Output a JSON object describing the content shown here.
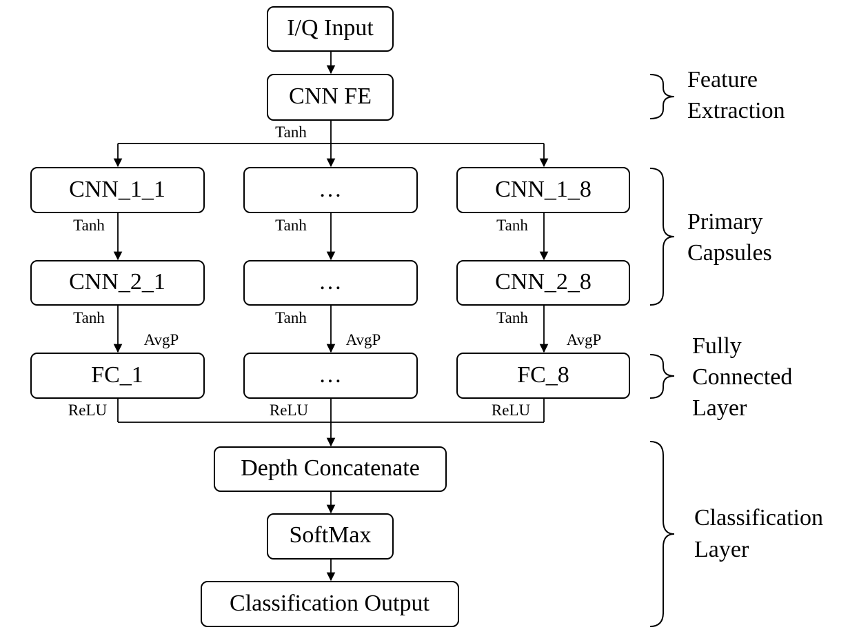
{
  "nodes": {
    "input": "I/Q Input",
    "cnn_fe": "CNN FE",
    "cnn_1_1": "CNN_1_1",
    "cnn_1_mid": "…",
    "cnn_1_8": "CNN_1_8",
    "cnn_2_1": "CNN_2_1",
    "cnn_2_mid": "…",
    "cnn_2_8": "CNN_2_8",
    "fc_1": "FC_1",
    "fc_mid": "…",
    "fc_8": "FC_8",
    "depth_concat": "Depth Concatenate",
    "softmax": "SoftMax",
    "output": "Classification Output"
  },
  "activations": {
    "after_fe": "Tanh",
    "row1_left": "Tanh",
    "row1_mid": "Tanh",
    "row1_right": "Tanh",
    "row2_left": "Tanh",
    "row2_mid": "Tanh",
    "row2_right": "Tanh",
    "pool_left": "AvgP",
    "pool_mid": "AvgP",
    "pool_right": "AvgP",
    "fc_left": "ReLU",
    "fc_mid": "ReLU",
    "fc_right": "ReLU"
  },
  "groups": {
    "feature_extraction": [
      "Feature",
      "Extraction"
    ],
    "primary_capsules": [
      "Primary",
      "Capsules"
    ],
    "fully_connected": [
      "Fully",
      "Connected",
      "Layer"
    ],
    "classification": [
      "Classification",
      "Layer"
    ]
  }
}
